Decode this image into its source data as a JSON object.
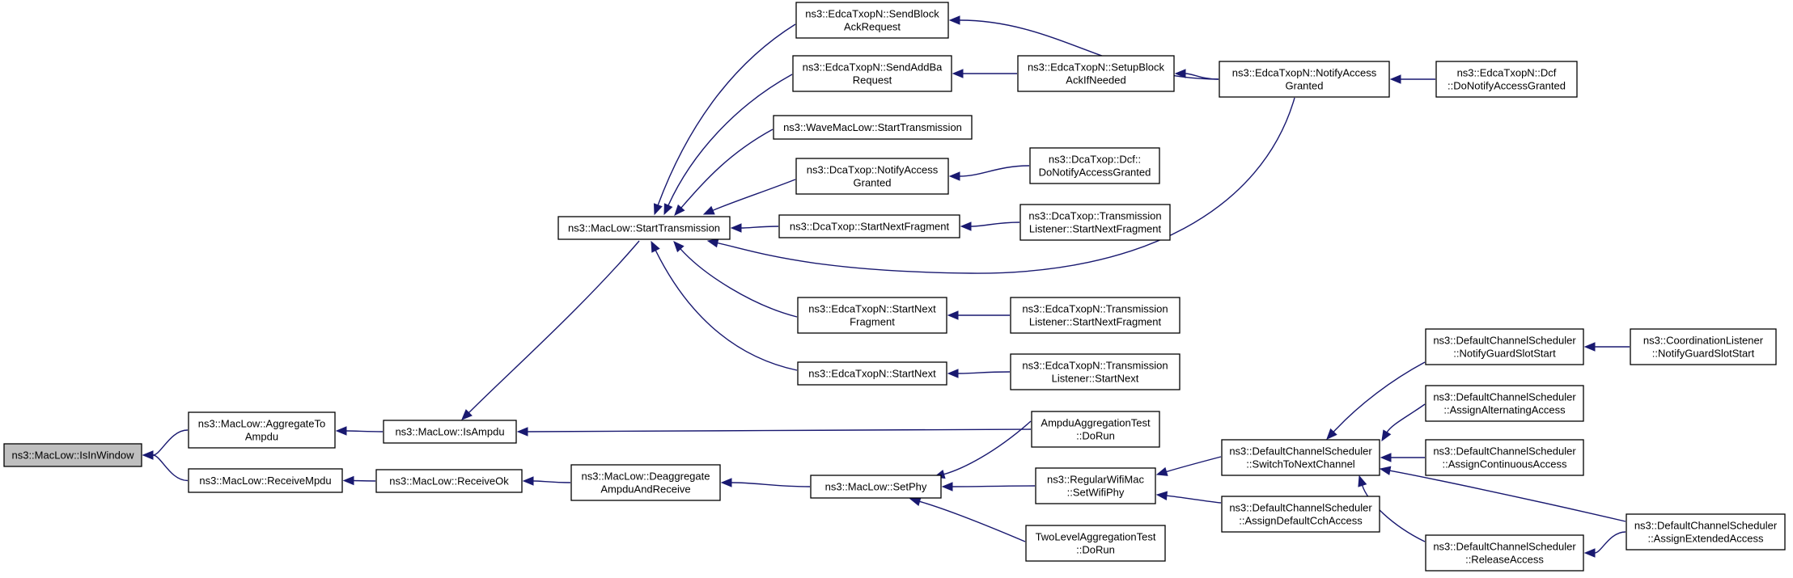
{
  "colors": {
    "edge": "#191970",
    "root_fill": "#bfbfbf",
    "node_fill": "#ffffff",
    "border": "#000000"
  },
  "nodes": [
    {
      "id": "n1",
      "lines": [
        "ns3::MacLow::IsInWindow"
      ],
      "root": true
    },
    {
      "id": "n2",
      "lines": [
        "ns3::MacLow::AggregateTo",
        "Ampdu"
      ]
    },
    {
      "id": "n3",
      "lines": [
        "ns3::MacLow::ReceiveMpdu"
      ]
    },
    {
      "id": "n4",
      "lines": [
        "ns3::MacLow::IsAmpdu"
      ]
    },
    {
      "id": "n5",
      "lines": [
        "ns3::MacLow::ReceiveOk"
      ]
    },
    {
      "id": "n6",
      "lines": [
        "ns3::MacLow::StartTransmission"
      ]
    },
    {
      "id": "n7",
      "lines": [
        "ns3::MacLow::Deaggregate",
        "AmpduAndReceive"
      ]
    },
    {
      "id": "n8",
      "lines": [
        "ns3::MacLow::SetPhy"
      ]
    },
    {
      "id": "n9",
      "lines": [
        "ns3::EdcaTxopN::SendBlock",
        "AckRequest"
      ]
    },
    {
      "id": "n10",
      "lines": [
        "ns3::EdcaTxopN::SendAddBa",
        "Request"
      ]
    },
    {
      "id": "n11",
      "lines": [
        "ns3::WaveMacLow::StartTransmission"
      ]
    },
    {
      "id": "n12",
      "lines": [
        "ns3::DcaTxop::NotifyAccess",
        "Granted"
      ]
    },
    {
      "id": "n13",
      "lines": [
        "ns3::DcaTxop::StartNextFragment"
      ]
    },
    {
      "id": "n14",
      "lines": [
        "ns3::EdcaTxopN::StartNext",
        "Fragment"
      ]
    },
    {
      "id": "n15",
      "lines": [
        "ns3::EdcaTxopN::StartNext"
      ]
    },
    {
      "id": "n16",
      "lines": [
        "ns3::EdcaTxopN::SetupBlock",
        "AckIfNeeded"
      ]
    },
    {
      "id": "n17",
      "lines": [
        "ns3::DcaTxop::Dcf::",
        "DoNotifyAccessGranted"
      ]
    },
    {
      "id": "n18",
      "lines": [
        "ns3::DcaTxop::Transmission",
        "Listener::StartNextFragment"
      ]
    },
    {
      "id": "n19",
      "lines": [
        "ns3::EdcaTxopN::Transmission",
        "Listener::StartNextFragment"
      ]
    },
    {
      "id": "n20",
      "lines": [
        "ns3::EdcaTxopN::Transmission",
        "Listener::StartNext"
      ]
    },
    {
      "id": "n21",
      "lines": [
        "AmpduAggregationTest",
        "::DoRun"
      ]
    },
    {
      "id": "n22",
      "lines": [
        "ns3::RegularWifiMac",
        "::SetWifiPhy"
      ]
    },
    {
      "id": "n23",
      "lines": [
        "TwoLevelAggregationTest",
        "::DoRun"
      ]
    },
    {
      "id": "n24",
      "lines": [
        "ns3::EdcaTxopN::NotifyAccess",
        "Granted"
      ]
    },
    {
      "id": "n25",
      "lines": [
        "ns3::EdcaTxopN::Dcf",
        "::DoNotifyAccessGranted"
      ]
    },
    {
      "id": "n26",
      "lines": [
        "ns3::DefaultChannelScheduler",
        "::SwitchToNextChannel"
      ]
    },
    {
      "id": "n27",
      "lines": [
        "ns3::DefaultChannelScheduler",
        "::AssignDefaultCchAccess"
      ]
    },
    {
      "id": "n28",
      "lines": [
        "ns3::DefaultChannelScheduler",
        "::NotifyGuardSlotStart"
      ]
    },
    {
      "id": "n29",
      "lines": [
        "ns3::DefaultChannelScheduler",
        "::AssignAlternatingAccess"
      ]
    },
    {
      "id": "n30",
      "lines": [
        "ns3::DefaultChannelScheduler",
        "::AssignContinuousAccess"
      ]
    },
    {
      "id": "n31",
      "lines": [
        "ns3::DefaultChannelScheduler",
        "::ReleaseAccess"
      ]
    },
    {
      "id": "n32",
      "lines": [
        "ns3::CoordinationListener",
        "::NotifyGuardSlotStart"
      ]
    },
    {
      "id": "n33",
      "lines": [
        "ns3::DefaultChannelScheduler",
        "::AssignExtendedAccess"
      ]
    }
  ],
  "edges": [
    [
      "n2",
      "n1"
    ],
    [
      "n3",
      "n1"
    ],
    [
      "n4",
      "n2"
    ],
    [
      "n5",
      "n3"
    ],
    [
      "n6",
      "n4"
    ],
    [
      "n21",
      "n4"
    ],
    [
      "n7",
      "n5"
    ],
    [
      "n8",
      "n7"
    ],
    [
      "n9",
      "n6"
    ],
    [
      "n10",
      "n6"
    ],
    [
      "n11",
      "n6"
    ],
    [
      "n12",
      "n6"
    ],
    [
      "n13",
      "n6"
    ],
    [
      "n24",
      "n6"
    ],
    [
      "n14",
      "n6"
    ],
    [
      "n15",
      "n6"
    ],
    [
      "n16",
      "n10"
    ],
    [
      "n24",
      "n9"
    ],
    [
      "n24",
      "n16"
    ],
    [
      "n25",
      "n24"
    ],
    [
      "n17",
      "n12"
    ],
    [
      "n18",
      "n13"
    ],
    [
      "n19",
      "n14"
    ],
    [
      "n20",
      "n15"
    ],
    [
      "n21",
      "n8"
    ],
    [
      "n22",
      "n8"
    ],
    [
      "n23",
      "n8"
    ],
    [
      "n26",
      "n22"
    ],
    [
      "n27",
      "n22"
    ],
    [
      "n28",
      "n26"
    ],
    [
      "n29",
      "n26"
    ],
    [
      "n30",
      "n26"
    ],
    [
      "n31",
      "n26"
    ],
    [
      "n33",
      "n26"
    ],
    [
      "n32",
      "n28"
    ],
    [
      "n33",
      "n31"
    ]
  ]
}
